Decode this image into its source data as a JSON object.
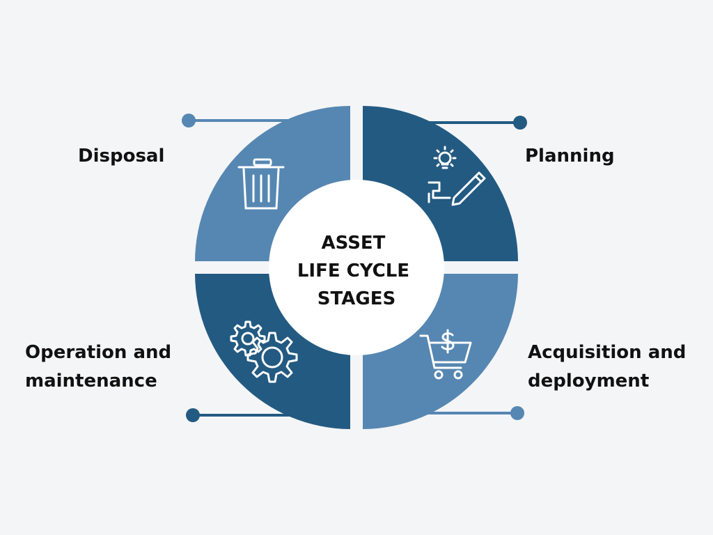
{
  "diagram": {
    "center_title": [
      "ASSET",
      "LIFE CYCLE",
      "STAGES"
    ],
    "stages": {
      "planning": {
        "label": "Planning",
        "color": "#235a82",
        "icon": "lightbulb-pencil-icon"
      },
      "acquisition": {
        "label": "Acquisition and\ndeployment",
        "color": "#5687b2",
        "icon": "shopping-cart-dollar-icon"
      },
      "operation": {
        "label": "Operation and\nmaintenance",
        "color": "#235a82",
        "icon": "gears-icon"
      },
      "disposal": {
        "label": "Disposal",
        "color": "#5687b2",
        "icon": "trash-can-icon"
      }
    },
    "colors": {
      "background": "#f4f5f7",
      "dark_blue": "#235a82",
      "light_blue": "#5687b2",
      "center_fill": "#ffffff"
    }
  }
}
